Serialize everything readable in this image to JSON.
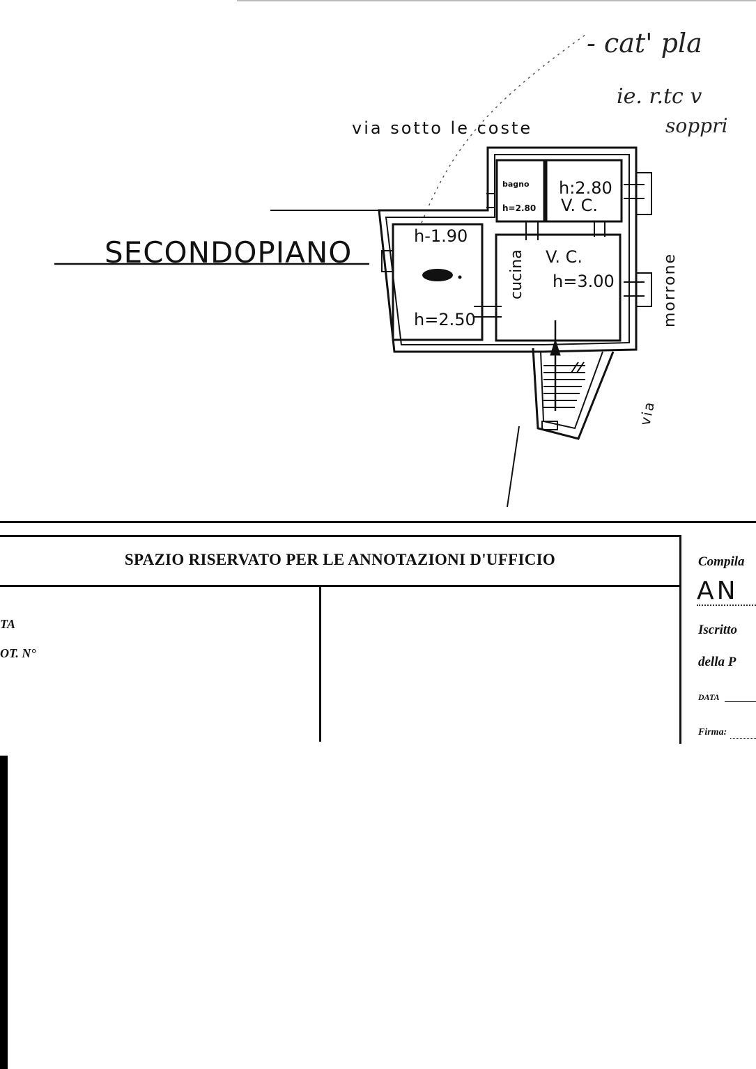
{
  "floor_title": "SECONDOPIANO",
  "streets": {
    "top": "via sotto le coste",
    "right": "morrone",
    "bottom_right": "via"
  },
  "rooms": {
    "bagno": "bagno",
    "bagno_h": "h=2.80",
    "wc_top_h": "h:2.80",
    "wc_top_label": "V. C.",
    "left_top_h": "h-1.90",
    "left_bottom_h": "h=2.50",
    "cucina": "cucina",
    "main_label": "V. C.",
    "main_h": "h=3.00"
  },
  "handwritten": {
    "line1": "- cat' pla",
    "line2": "ie. r.tc v",
    "line3": "soppri"
  },
  "office": {
    "header": "SPAZIO RISERVATO PER LE ANNOTAZIONI D'UFFICIO",
    "left_label_1": "TA",
    "left_label_2": "OT. N°",
    "compiled_label": "Compila",
    "name_fragment": "AN",
    "iscritto": "Iscritto",
    "della": "della P",
    "data": "DATA",
    "firma": "Firma:"
  }
}
